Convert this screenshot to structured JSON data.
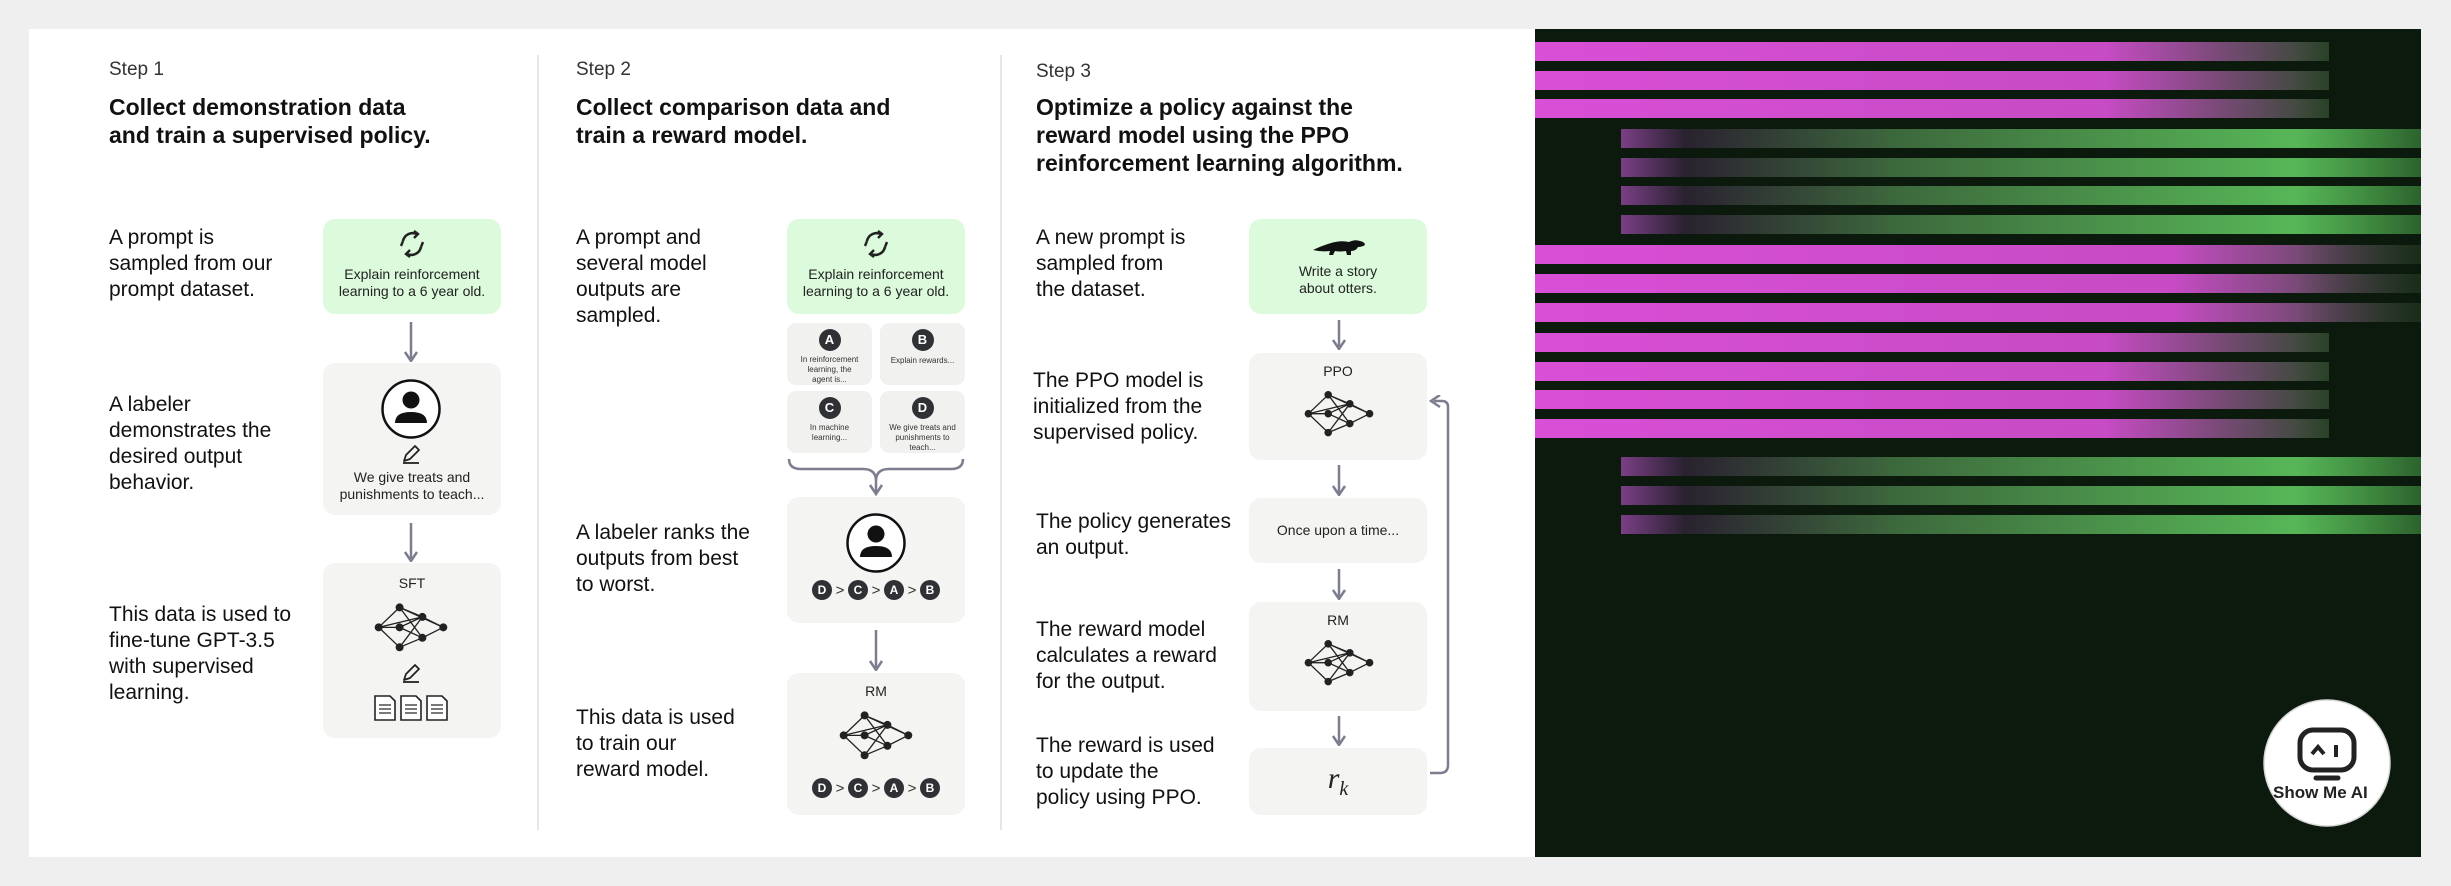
{
  "steps": [
    {
      "label": "Step 1",
      "title_lines": [
        "Collect demonstration data",
        "and train a supervised policy."
      ],
      "stages": [
        {
          "desc": [
            "A prompt is",
            "sampled from our",
            "prompt dataset."
          ],
          "box_text": [
            "Explain reinforcement",
            "learning to a 6 year old."
          ]
        },
        {
          "desc": [
            "A labeler",
            "demonstrates the",
            "desired output",
            "behavior."
          ],
          "box_text": [
            "We give treats and",
            "punishments to teach..."
          ]
        },
        {
          "desc": [
            "This data is used to",
            "fine-tune GPT-3.5",
            "with supervised",
            "learning."
          ],
          "box_title": "SFT"
        }
      ]
    },
    {
      "label": "Step 2",
      "title_lines": [
        "Collect comparison data and",
        "train a reward model."
      ],
      "stages": [
        {
          "desc": [
            "A prompt and",
            "several model",
            "outputs are",
            "sampled."
          ],
          "box_text": [
            "Explain reinforcement",
            "learning to a 6 year old."
          ],
          "outputs": [
            {
              "badge": "A",
              "text": [
                "In reinforcement",
                "learning, the",
                "agent is..."
              ]
            },
            {
              "badge": "B",
              "text": [
                "Explain rewards..."
              ]
            },
            {
              "badge": "C",
              "text": [
                "In machine",
                "learning..."
              ]
            },
            {
              "badge": "D",
              "text": [
                "We give treats and",
                "punishments to",
                "teach..."
              ]
            }
          ]
        },
        {
          "desc": [
            "A labeler ranks the",
            "outputs from best",
            "to worst."
          ],
          "ranking": [
            "D",
            ">",
            "C",
            ">",
            "A",
            ">",
            "B"
          ]
        },
        {
          "desc": [
            "This data is used",
            "to train our",
            "reward model."
          ],
          "box_title": "RM",
          "ranking": [
            "D",
            ">",
            "C",
            ">",
            "A",
            ">",
            "B"
          ]
        }
      ]
    },
    {
      "label": "Step 3",
      "title_lines": [
        "Optimize a policy against the",
        "reward model using the PPO",
        "reinforcement learning algorithm."
      ],
      "stages": [
        {
          "desc": [
            "A new prompt is",
            "sampled from",
            "the dataset."
          ],
          "box_text": [
            "Write a story",
            "about otters."
          ]
        },
        {
          "desc": [
            "The PPO model is",
            "initialized from the",
            "supervised policy."
          ],
          "box_title": "PPO"
        },
        {
          "desc": [
            "The policy generates",
            "an output."
          ],
          "box_text": [
            "Once upon a time..."
          ]
        },
        {
          "desc": [
            "The reward model",
            "calculates a reward",
            "for the output."
          ],
          "box_title": "RM"
        },
        {
          "desc": [
            "The reward is used",
            "to update the",
            "policy using PPO."
          ],
          "reward_symbol": "r",
          "reward_subscript": "k"
        }
      ]
    }
  ],
  "logo": {
    "text": "Show Me AI"
  },
  "colors": {
    "green_box": "#dcfadc",
    "gray_box": "#f4f4f2",
    "arrow": "#7c7e8f",
    "badge": "#2f3135",
    "art_magenta": "#d94fd6",
    "art_green": "#5fcf5f",
    "art_bg": "#0b1a0d"
  }
}
